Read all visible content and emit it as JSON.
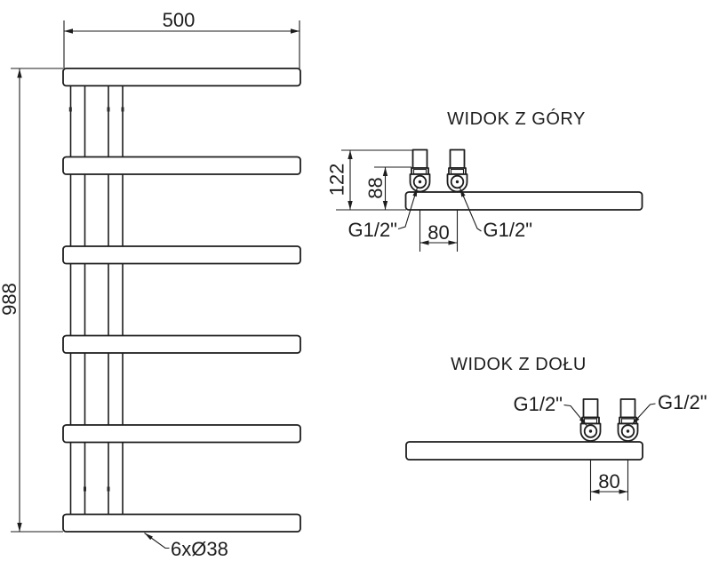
{
  "colors": {
    "line": "#1d1d1d",
    "background": "#ffffff"
  },
  "front_view": {
    "width_dim": "500",
    "height_dim": "988",
    "tube_spec": "6xØ38"
  },
  "top_view": {
    "title": "WIDOK Z GÓRY",
    "depth_dim": "122",
    "pipe_depth_dim": "88",
    "conn_spacing_dim": "80",
    "thread_left": "G1/2\"",
    "thread_right": "G1/2\""
  },
  "bottom_view": {
    "title": "WIDOK Z DOŁU",
    "conn_spacing_dim": "80",
    "thread_left": "G1/2\"",
    "thread_right": "G1/2\""
  }
}
